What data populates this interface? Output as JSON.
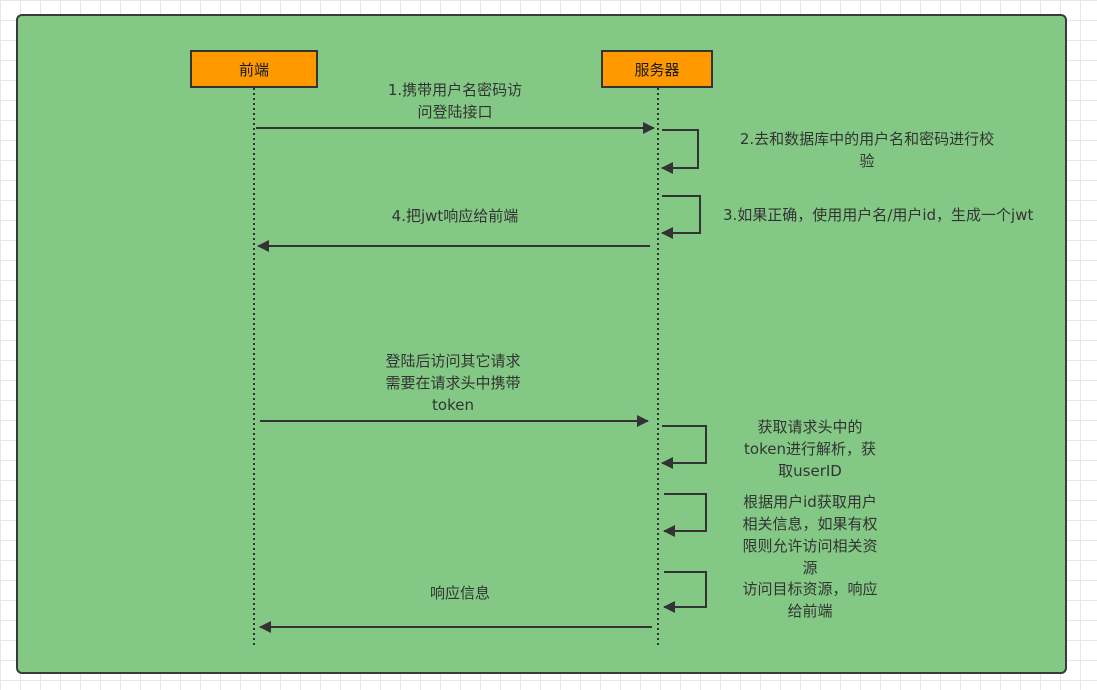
{
  "colors": {
    "canvas": "#83c985",
    "actor_fill": "#ff9900",
    "line": "#333333"
  },
  "actors": {
    "frontend": "前端",
    "server": "服务器"
  },
  "messages": {
    "m1": "1.携带用户名密码访\n问登陆接口",
    "s2": "2.去和数据库中的用户名和密码进行校\n验",
    "s3": "3.如果正确，使用用户名/用户id，生成一个jwt",
    "m4": "4.把jwt响应给前端",
    "m5": "登陆后访问其它请求\n需要在请求头中携带\ntoken",
    "s6": "获取请求头中的\ntoken进行解析，获\n取userID",
    "s7": "根据用户id获取用户\n相关信息，如果有权\n限则允许访问相关资\n源",
    "s8": "访问目标资源，响应\n给前端",
    "m9": "响应信息"
  }
}
